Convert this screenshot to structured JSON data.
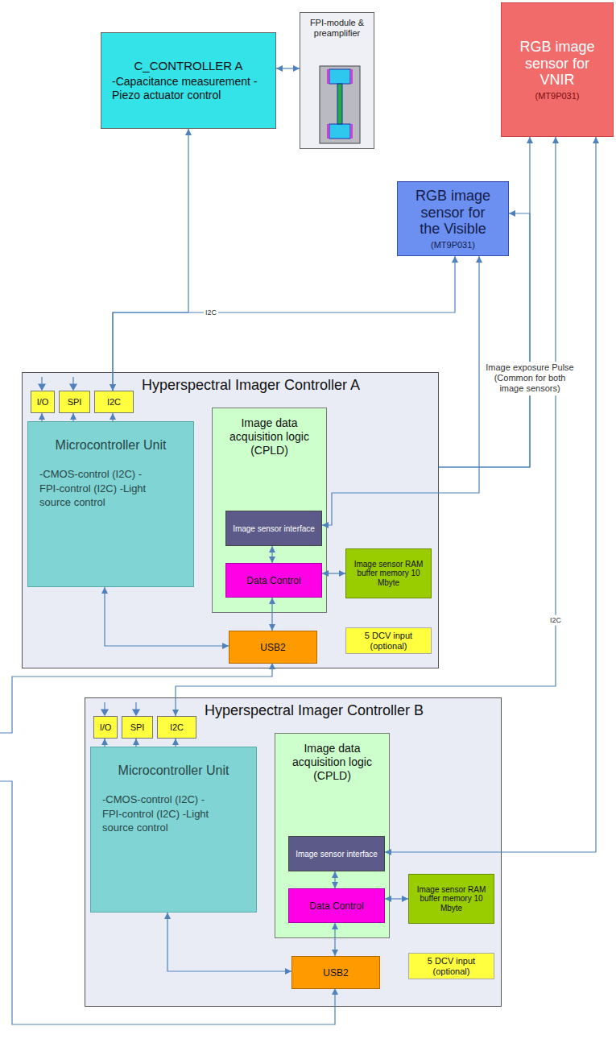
{
  "diagram": {
    "nodes": [
      {
        "text": [
          "C_CONTROLLER A",
          "-Capacitance measurement -Piezo actuator control"
        ]
      },
      {
        "text": [
          "FPI-module & preamplifier"
        ]
      },
      {
        "text": [
          "RGB image sensor for VNIR",
          "(MT9P031)"
        ]
      },
      {
        "text": [
          "RGB image sensor for the Visible",
          "(MT9P031)"
        ]
      },
      {
        "text": [
          "Hyperspectral Imager Controller A"
        ]
      },
      {
        "text": [
          "I/O"
        ],
        "in": 4
      },
      {
        "text": [
          "SPI"
        ],
        "in": 4
      },
      {
        "text": [
          "I2C"
        ],
        "in": 4
      },
      {
        "text": [
          "Microcontroller Unit",
          "-CMOS-control (I2C) -FPI-control (I2C) -Light source control"
        ],
        "in": 4
      },
      {
        "text": [
          "Image data acquisition logic (CPLD)"
        ],
        "in": 4
      },
      {
        "text": [
          "Image sensor interface"
        ],
        "in": 9
      },
      {
        "text": [
          "Data Control"
        ],
        "in": 9
      },
      {
        "text": [
          "Image sensor RAM buffer memory 10 Mbyte"
        ],
        "in": 4
      },
      {
        "text": [
          "USB2"
        ],
        "in": 4
      },
      {
        "text": [
          "5 DCV input (optional)"
        ],
        "in": 4
      },
      {
        "text": [
          "Hyperspectral Imager Controller B"
        ]
      },
      {
        "text": [
          "I/O"
        ],
        "in": 15
      },
      {
        "text": [
          "SPI"
        ],
        "in": 15
      },
      {
        "text": [
          "I2C"
        ],
        "in": 15
      },
      {
        "text": [
          "Microcontroller Unit",
          "-CMOS-control (I2C) -FPI-control (I2C) -Light source control"
        ],
        "in": 15
      },
      {
        "text": [
          "Image data acquisition logic (CPLD)"
        ],
        "in": 15
      },
      {
        "text": [
          "Image sensor interface"
        ],
        "in": 20
      },
      {
        "text": [
          "Data Control"
        ],
        "in": 20
      },
      {
        "text": [
          "Image sensor RAM buffer memory 10 Mbyte"
        ],
        "in": 15
      },
      {
        "text": [
          "USB2"
        ],
        "in": 15
      },
      {
        "text": [
          "5 DCV input (optional)"
        ],
        "in": 15
      }
    ],
    "edges": [
      {
        "from": 0,
        "to": 1,
        "arrow": "both"
      },
      {
        "from": 7,
        "to": 0,
        "label": "I2C",
        "arrow": "both"
      },
      {
        "from": 7,
        "to": 3,
        "arrow": "both"
      },
      {
        "from": 10,
        "to": 3,
        "arrow": "both"
      },
      {
        "from": 4,
        "to": 3,
        "arrow": "to"
      },
      {
        "from": 4,
        "to": 2,
        "label": "Image exposure Pulse (Common for both image sensors)",
        "arrow": "to"
      },
      {
        "from": 2,
        "to": 21,
        "arrow": "both"
      },
      {
        "from": 2,
        "to": 18,
        "label": "I2C",
        "arrow": "both"
      },
      {
        "from": 8,
        "to": 5,
        "arrow": "to"
      },
      {
        "from": 8,
        "to": 6,
        "arrow": "to"
      },
      {
        "from": 8,
        "to": 7,
        "arrow": "to"
      },
      {
        "from": 10,
        "to": 11,
        "arrow": "both"
      },
      {
        "from": 11,
        "to": 12,
        "arrow": "both"
      },
      {
        "from": 11,
        "to": 13,
        "arrow": "both"
      },
      {
        "from": 8,
        "to": 13,
        "arrow": "both"
      },
      {
        "from": 19,
        "to": 16,
        "arrow": "to"
      },
      {
        "from": 19,
        "to": 17,
        "arrow": "to"
      },
      {
        "from": 19,
        "to": 18,
        "arrow": "to"
      },
      {
        "from": 21,
        "to": 22,
        "arrow": "both"
      },
      {
        "from": 22,
        "to": 23,
        "arrow": "both"
      },
      {
        "from": 22,
        "to": 24,
        "arrow": "both"
      },
      {
        "from": 19,
        "to": 24,
        "arrow": "both"
      }
    ]
  }
}
